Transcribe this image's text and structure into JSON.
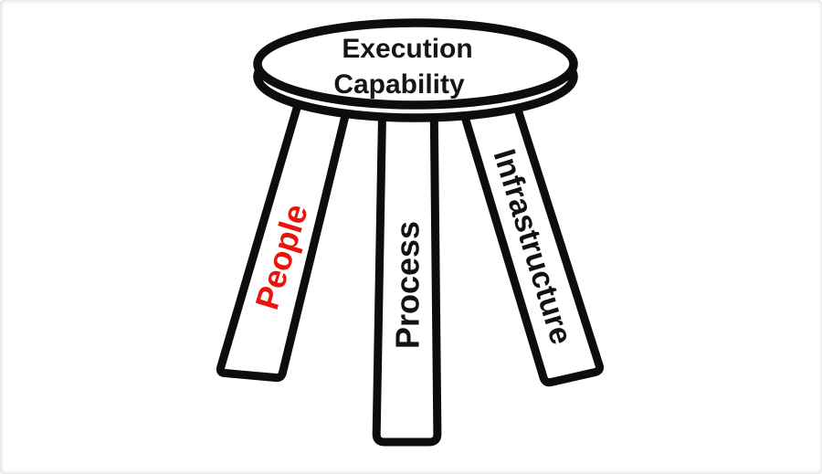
{
  "diagram": {
    "type": "three-legged-stool",
    "seat_label": {
      "line1": "Execution",
      "line2": "Capability"
    },
    "legs": [
      {
        "id": "people",
        "label": "People",
        "color": "#e8150d"
      },
      {
        "id": "process",
        "label": "Process",
        "color": "#111111"
      },
      {
        "id": "infrastructure",
        "label": "Infrastructure",
        "color": "#111111"
      }
    ],
    "colors": {
      "outline": "#0d0d0d",
      "background": "#ffffff",
      "accent_red": "#e8150d"
    }
  }
}
